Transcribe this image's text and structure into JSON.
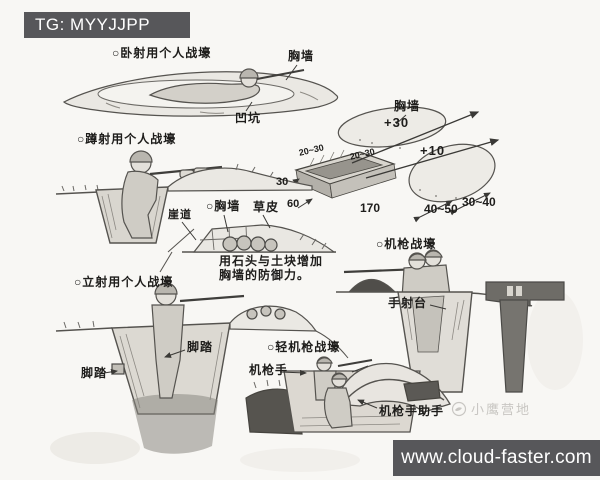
{
  "badges": {
    "tg": "TG: MYYJJPP",
    "url": "www.cloud-faster.com"
  },
  "watermark": {
    "text": "小鹰营地"
  },
  "figures": {
    "prone": {
      "title": "○卧射用个人战壕",
      "parapet": "胸墙",
      "pit": "凹坑"
    },
    "kneeling": {
      "title": "○蹲射用个人战壕"
    },
    "cross_section": {
      "parapet": "胸墙",
      "dims": {
        "plus30": "+30",
        "plus10": "+10",
        "w20_30a": "20~30",
        "w20_30b": "20~30",
        "d30": "30",
        "d60": "60",
        "d170": "170",
        "d40_50": "40~50",
        "d30_40": "30~40"
      }
    },
    "parapet_detail": {
      "title": "○胸墙",
      "turf": "草皮",
      "cliff_path": "崖道",
      "caption1": "用石头与土块增加",
      "caption2": "胸墙的防御力。"
    },
    "mg": {
      "title": "○机枪战壕",
      "platform": "手射台"
    },
    "standing": {
      "title": "○立射用个人战壕",
      "footstep_left": "脚踏",
      "footstep_right": "脚踏"
    },
    "lmg": {
      "title": "○轻机枪战壕",
      "gunner": "机枪手",
      "assistant": "机枪手助手"
    }
  }
}
